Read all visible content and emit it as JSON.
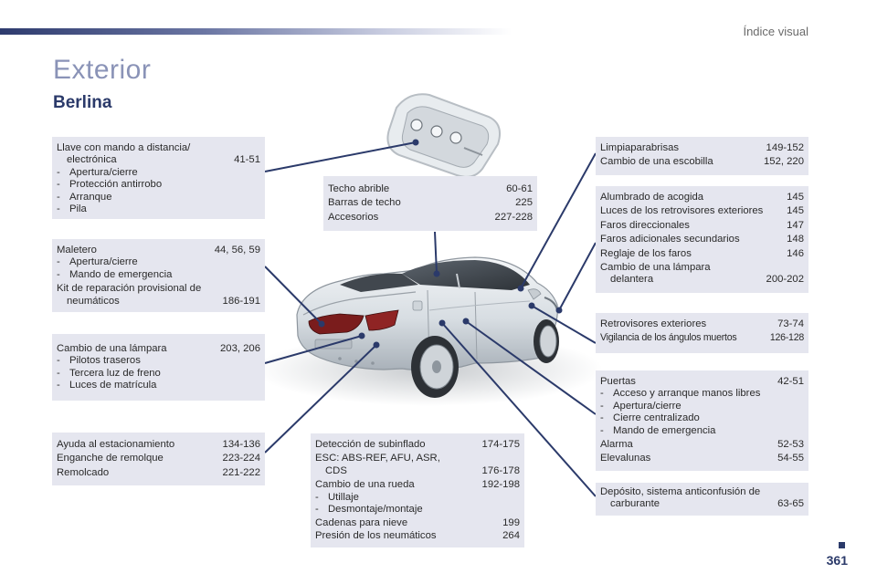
{
  "header": {
    "section": "Índice visual"
  },
  "title": "Exterior",
  "subtitle": "Berlina",
  "page_number": "361",
  "colors": {
    "accent": "#2b3a6a",
    "title": "#8a93b7",
    "box_bg": "#e5e6ef"
  },
  "boxes": {
    "llave": {
      "line1": "Llave con mando a distancia/",
      "line2": "electrónica",
      "line2_page": "41-51",
      "items": [
        "Apertura/cierre",
        "Protección antirrobo",
        "Arranque",
        "Pila"
      ]
    },
    "maletero": {
      "label": "Maletero",
      "page": "44, 56, 59",
      "items": [
        "Apertura/cierre",
        "Mando de emergencia"
      ],
      "kit_line1": "Kit de reparación provisional de",
      "kit_line2": "neumáticos",
      "kit_page": "186-191"
    },
    "lampara_trasera": {
      "label": "Cambio de una lámpara",
      "page": "203, 206",
      "items": [
        "Pilotos traseros",
        "Tercera luz de freno",
        "Luces de matrícula"
      ]
    },
    "ayuda": {
      "rows": [
        {
          "label": "Ayuda al estacionamiento",
          "page": "134-136"
        },
        {
          "label": "Enganche de remolque",
          "page": "223-224"
        },
        {
          "label": "Remolcado",
          "page": "221-222"
        }
      ]
    },
    "techo": {
      "rows": [
        {
          "label": "Techo abrible",
          "page": "60-61"
        },
        {
          "label": "Barras de techo",
          "page": "225"
        },
        {
          "label": "Accesorios",
          "page": "227-228"
        }
      ]
    },
    "deteccion": {
      "row1_label": "Detección de subinflado",
      "row1_page": "174-175",
      "row2_line1": "ESC: ABS-REF, AFU, ASR,",
      "row2_line2": "CDS",
      "row2_page": "176-178",
      "row3_label": "Cambio de una rueda",
      "row3_page": "192-198",
      "items": [
        "Utillaje",
        "Desmontaje/montaje"
      ],
      "row4_label": "Cadenas para nieve",
      "row4_page": "199",
      "row5_label": "Presión de los neumáticos",
      "row5_page": "264"
    },
    "limpia": {
      "rows": [
        {
          "label": "Limpiaparabrisas",
          "page": "149-152"
        },
        {
          "label": "Cambio de una escobilla",
          "page": "152, 220"
        }
      ]
    },
    "alumbrado": {
      "rows": [
        {
          "label": "Alumbrado de acogida",
          "page": "145"
        },
        {
          "label": "Luces de los retrovisores exteriores",
          "page": "145"
        },
        {
          "label": "Faros direccionales",
          "page": "147"
        },
        {
          "label": "Faros adicionales secundarios",
          "page": "148"
        },
        {
          "label": "Reglaje de los faros",
          "page": "146"
        }
      ],
      "last_line1": "Cambio de una lámpara",
      "last_line2": "delantera",
      "last_page": "200-202"
    },
    "retrovisores": {
      "rows": [
        {
          "label": "Retrovisores exteriores",
          "page": "73-74"
        },
        {
          "label": "Vigilancia de los ángulos muertos",
          "page": "126-128"
        }
      ]
    },
    "puertas": {
      "label": "Puertas",
      "page": "42-51",
      "items": [
        "Acceso y arranque manos libres",
        "Apertura/cierre",
        "Cierre centralizado",
        "Mando de emergencia"
      ],
      "rows": [
        {
          "label": "Alarma",
          "page": "52-53"
        },
        {
          "label": "Elevalunas",
          "page": "54-55"
        }
      ]
    },
    "deposito": {
      "line1": "Depósito, sistema anticonfusión de",
      "line2": "carburante",
      "line2_page": "63-65"
    }
  }
}
